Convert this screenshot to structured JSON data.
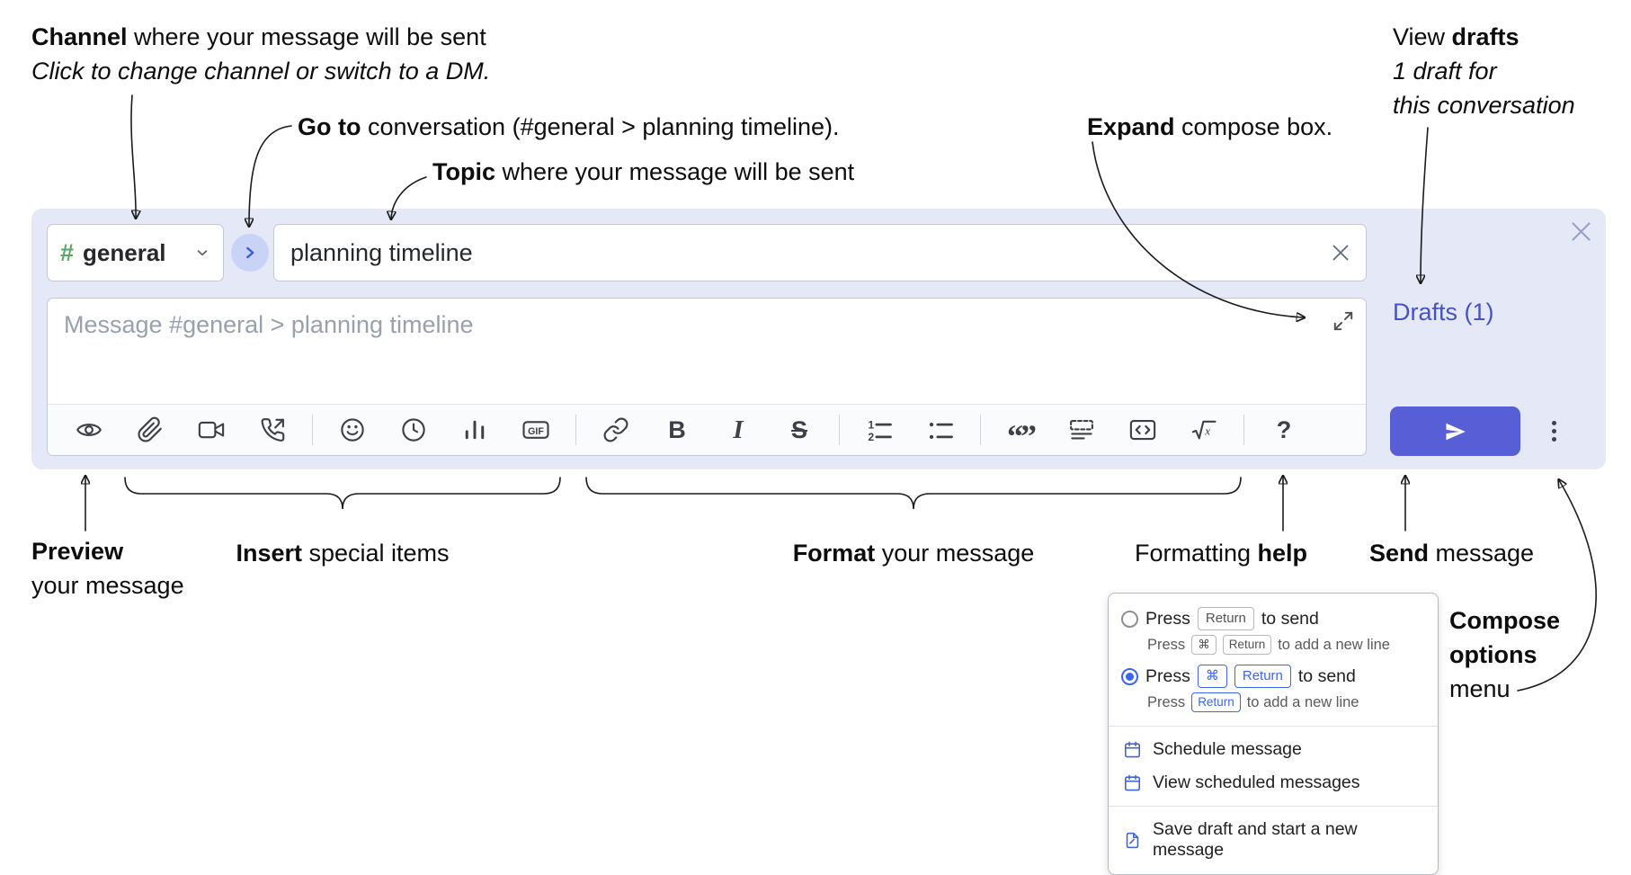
{
  "annotations": {
    "channel": {
      "bold": "Channel",
      "rest": " where your message will be sent",
      "italic": "Click to change channel or switch to a DM."
    },
    "goto": {
      "bold": "Go to",
      "rest": " conversation (#general > planning timeline)."
    },
    "topic": {
      "bold": "Topic",
      "rest": " where your message will be sent"
    },
    "expand": {
      "bold": "Expand",
      "rest": " compose box."
    },
    "view_drafts": {
      "pre": "View ",
      "bold": "drafts",
      "line2": "1 draft for",
      "line3": "this conversation"
    },
    "preview": {
      "bold": "Preview",
      "line2": "your message"
    },
    "insert": {
      "bold": "Insert",
      "rest": " special items"
    },
    "format": {
      "bold": "Format",
      "rest": " your message"
    },
    "help": {
      "pre": "Formatting ",
      "bold": "help"
    },
    "send": {
      "bold": "Send",
      "rest": " message"
    },
    "compose_options": {
      "line1": "Compose",
      "line2": "options",
      "line3": "menu"
    }
  },
  "compose": {
    "channel_hash": "#",
    "channel_name": "general",
    "topic_value": "planning timeline",
    "message_placeholder": "Message #general > planning timeline",
    "drafts_link": "Drafts (1)"
  },
  "toolbar": {
    "icons": [
      "preview",
      "attach-file",
      "video-call",
      "audio-call",
      "emoji",
      "schedule",
      "poll",
      "gif",
      "link",
      "bold",
      "italic",
      "strikethrough",
      "numbered-list",
      "bulleted-list",
      "quote",
      "spoiler",
      "code",
      "math",
      "help"
    ],
    "gif_label": "GIF",
    "bold_glyph": "B",
    "italic_glyph": "I",
    "strikethrough_glyph": "S",
    "quote_glyph": "“”",
    "numbered_1": "1",
    "numbered_2": "2",
    "math_x": "x",
    "help_glyph": "?"
  },
  "options_menu": {
    "enter_sends": {
      "selected": false,
      "press": "Press",
      "key_return": "Return",
      "to_send": "to send",
      "sub_press": "Press",
      "sub_key_cmd": "⌘",
      "sub_key_return": "Return",
      "sub_rest": "to add a new line"
    },
    "cmd_enter_sends": {
      "selected": true,
      "press": "Press",
      "key_cmd": "⌘",
      "key_return": "Return",
      "to_send": "to send",
      "sub_press": "Press",
      "sub_key_return": "Return",
      "sub_rest": "to add a new line"
    },
    "items": {
      "schedule": "Schedule message",
      "view_scheduled": "View scheduled messages",
      "save_draft": "Save draft and start a new message"
    }
  },
  "colors": {
    "accent_send_button": "#585fd6",
    "link": "#4453c5",
    "compose_background": "#e5e8f7",
    "key_highlight": "#3b66f5",
    "channel_hash_green": "#55ab62"
  }
}
